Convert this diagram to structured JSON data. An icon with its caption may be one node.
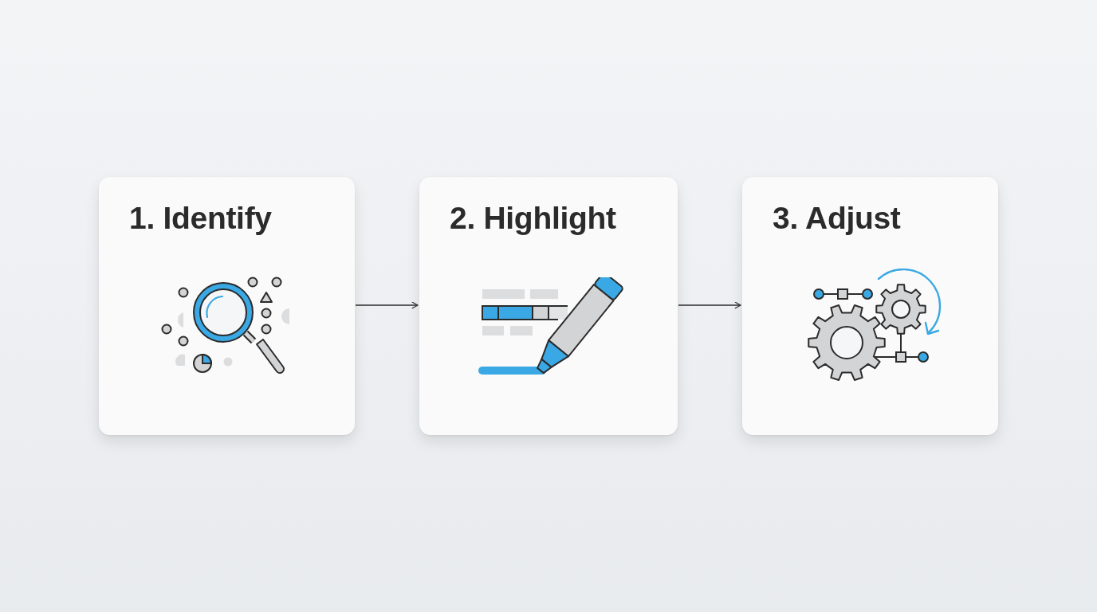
{
  "diagram": {
    "nodes": [
      {
        "text": [
          "1. Identify"
        ]
      },
      {
        "text": [
          "2. Highlight"
        ]
      },
      {
        "text": [
          "3. Adjust"
        ]
      }
    ],
    "edges": [
      {
        "from": 0,
        "to": 1,
        "arrow": "to"
      },
      {
        "from": 1,
        "to": 2,
        "arrow": "to"
      }
    ]
  }
}
